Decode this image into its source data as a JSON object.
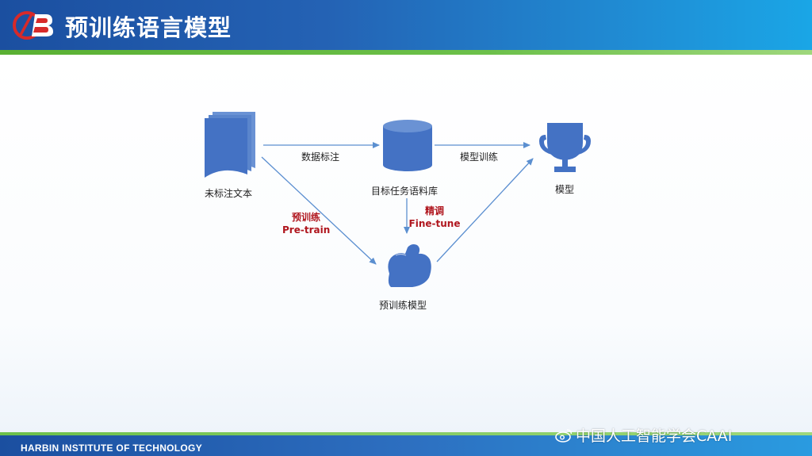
{
  "header": {
    "title": "预训练语言模型"
  },
  "diagram": {
    "nodes": {
      "unlabeled_text": "未标注文本",
      "target_corpus": "目标任务语料库",
      "model": "模型",
      "pretrained_model": "预训练模型"
    },
    "edges": {
      "data_labeling": "数据标注",
      "model_training": "模型训练",
      "pretrain_cn": "预训练",
      "pretrain_en": "Pre-train",
      "finetune_cn": "精调",
      "finetune_en": "Fine-tune"
    }
  },
  "footer": {
    "institute": "HARBIN INSTITUTE OF TECHNOLOGY",
    "watermark": "中国人工智能学会CAAI"
  },
  "colors": {
    "icon_blue": "#4472c4",
    "arrow_blue": "#5b8fd0",
    "label_red": "#b0161e",
    "header_blue": "#1b4fa0",
    "accent_green": "#6cc04a"
  }
}
